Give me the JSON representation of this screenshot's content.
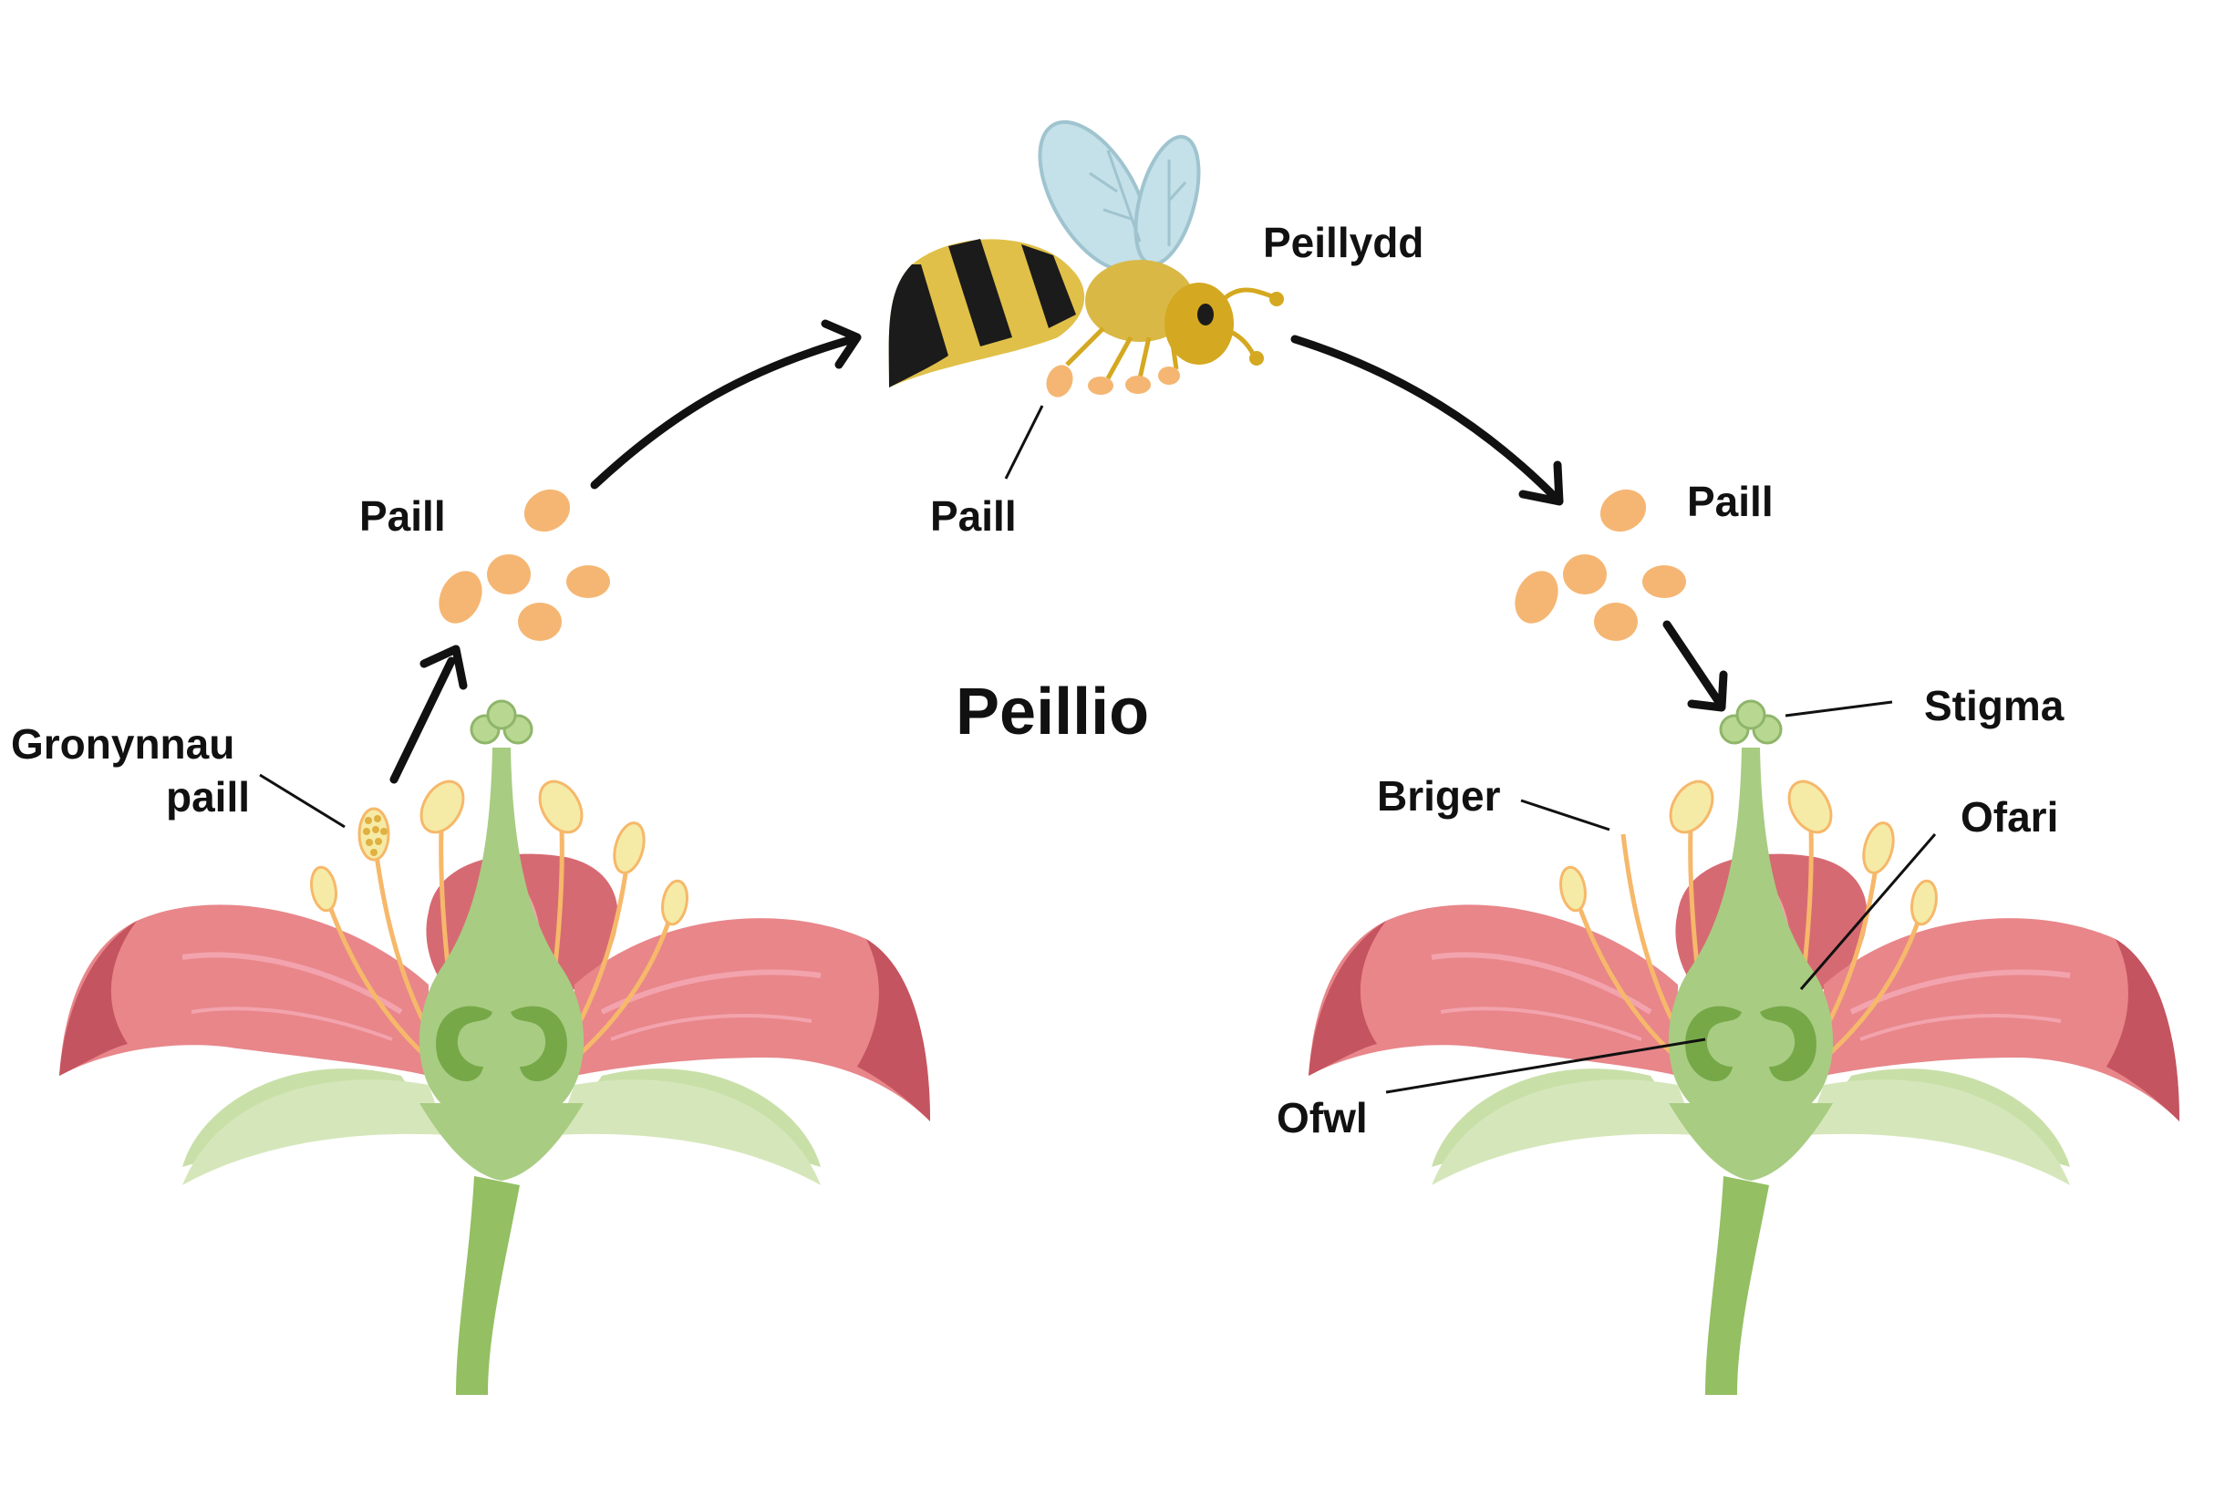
{
  "title": "Peillio",
  "labels": {
    "pollen_grains_line1": "Gronynnau",
    "pollen_grains_line2": "paill",
    "pollen_left": "Paill",
    "pollen_bee": "Paill",
    "pollinator": "Peillydd",
    "pollen_right": "Paill",
    "stigma": "Stigma",
    "anther": "Briger",
    "ovary": "Ofari",
    "ovule": "Ofwl"
  },
  "colors": {
    "petal": "#e8868a",
    "petal_dark": "#c45460",
    "sepal": "#c9dfa8",
    "pistil": "#a8cc82",
    "stem": "#94bf62",
    "anther": "#f5eba6",
    "filament": "#f6b86a",
    "pollen": "#f5b673",
    "bee_yellow": "#e0c048",
    "bee_black": "#1b1b1b",
    "wing": "#c4e0e8",
    "arrow": "#111111"
  }
}
